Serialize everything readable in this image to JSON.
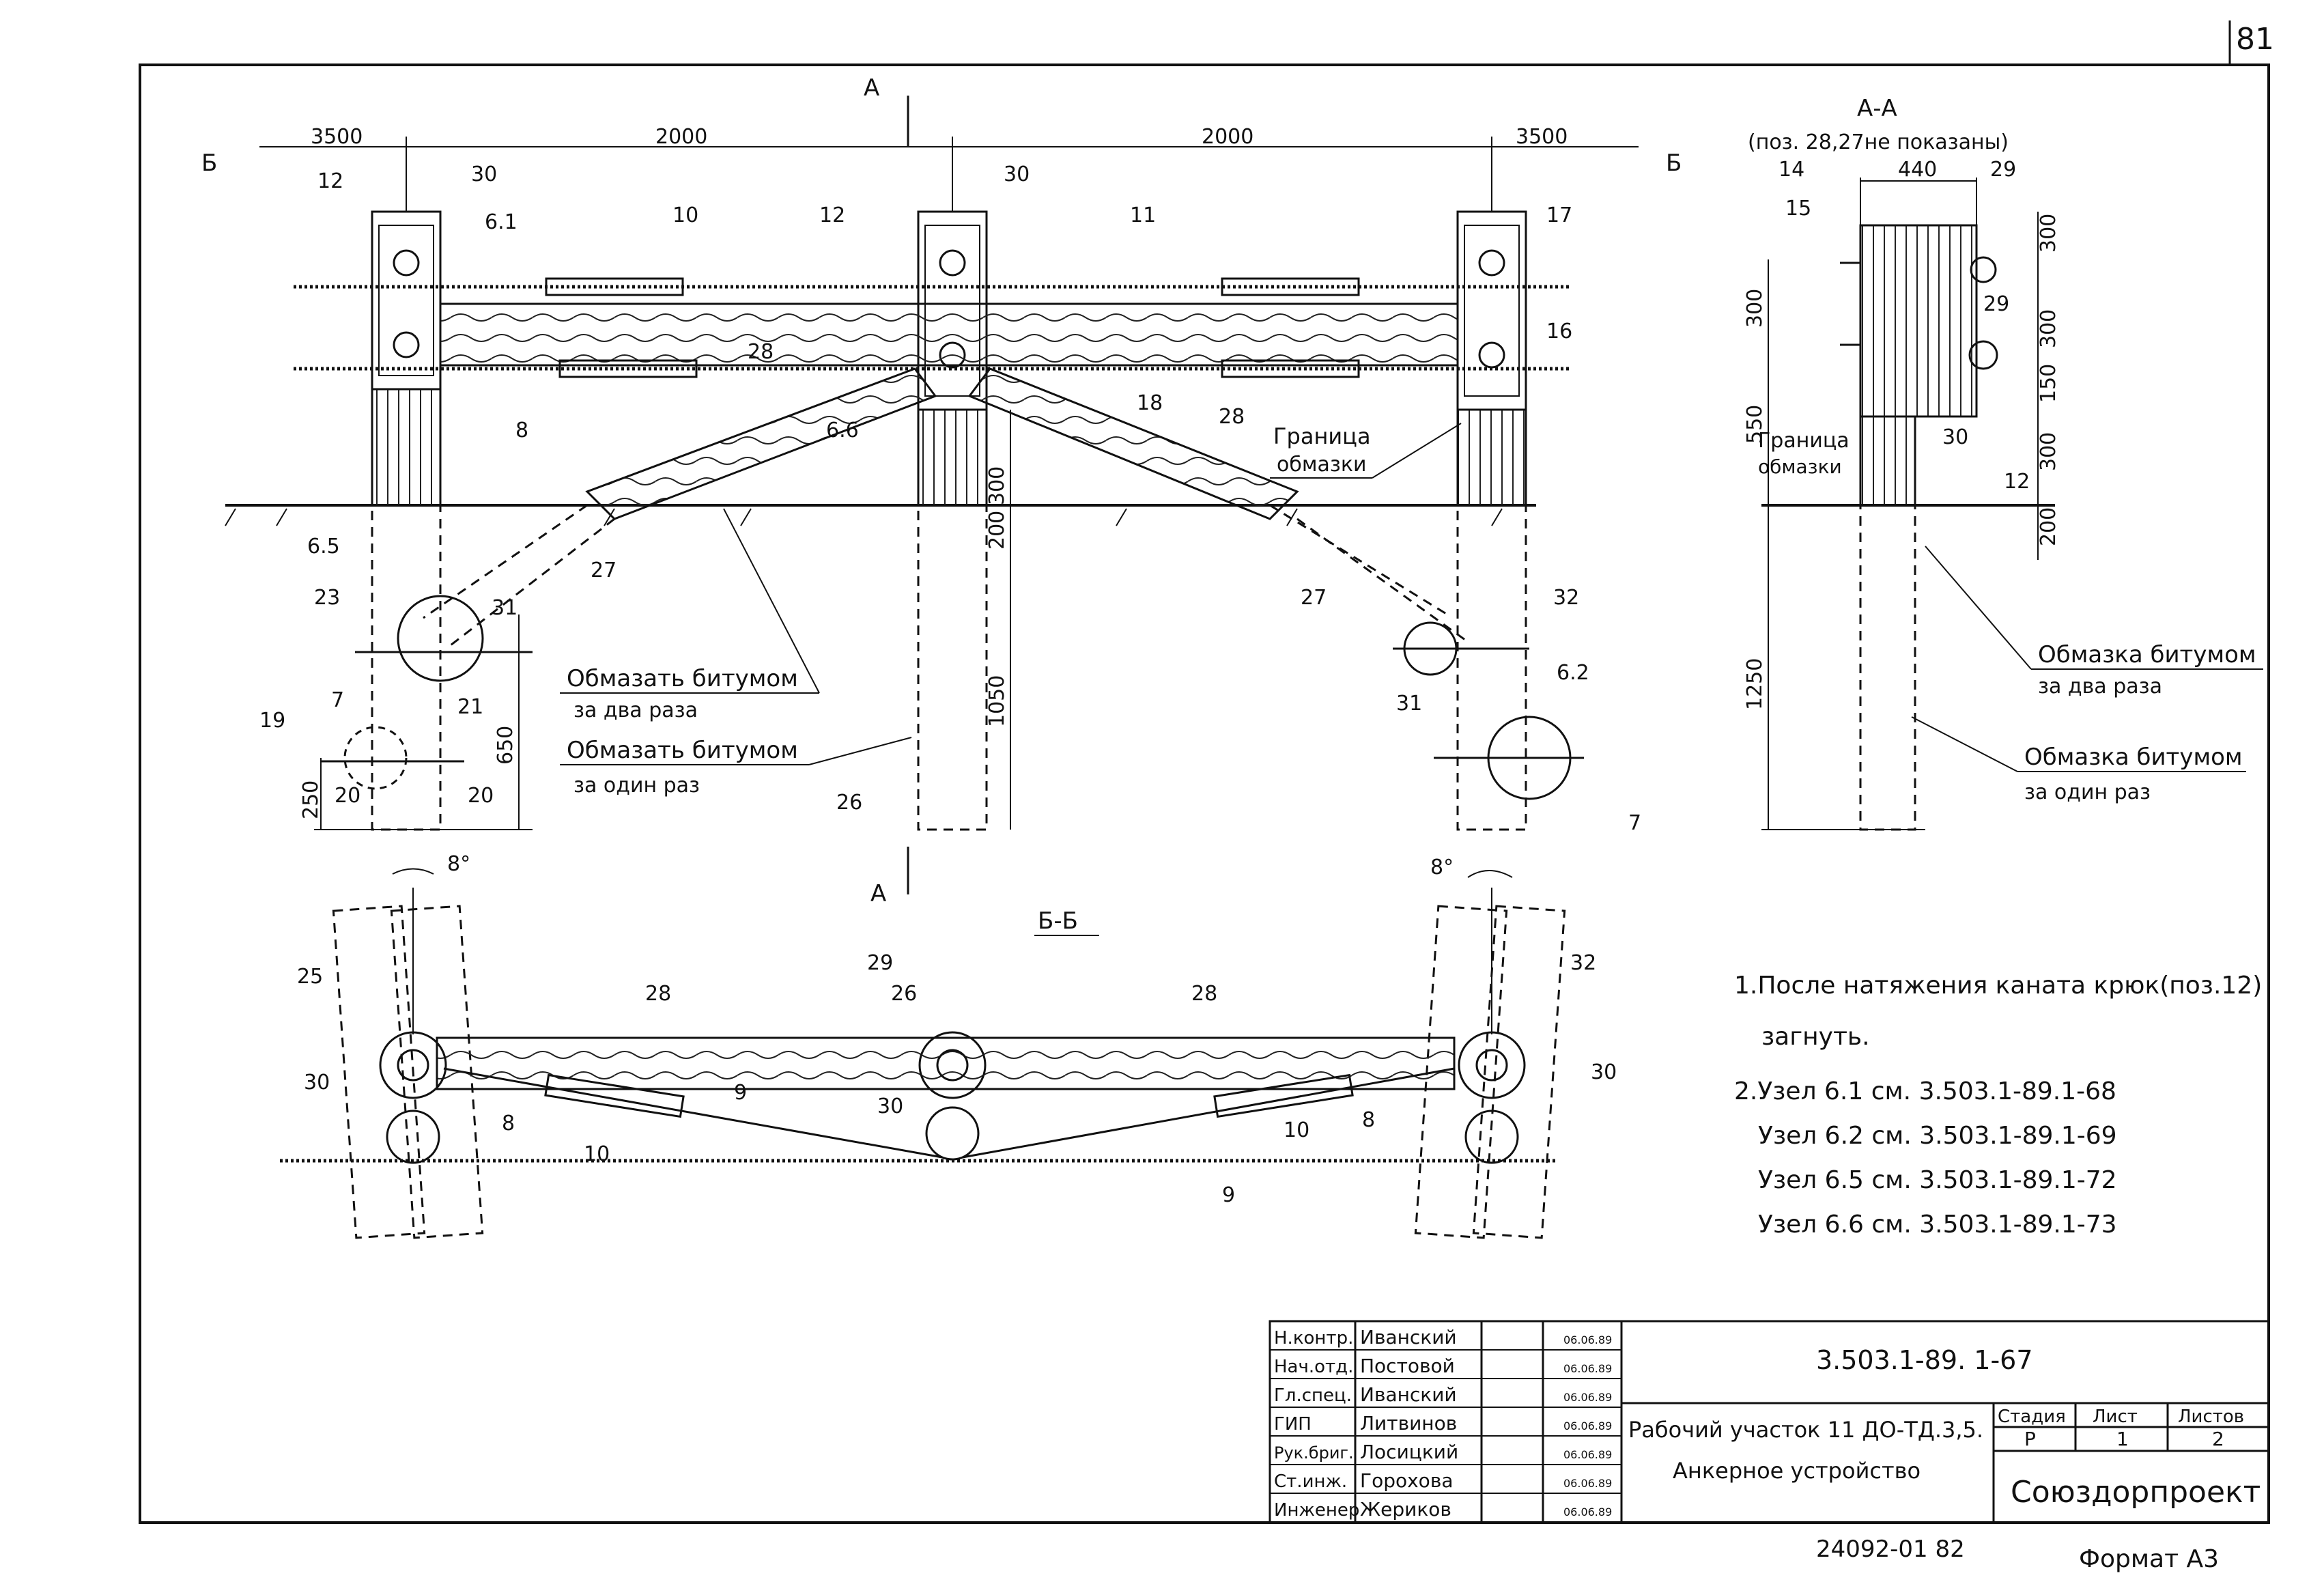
{
  "sheet_corner": "81",
  "views": {
    "section_mark_a_top": "А",
    "section_mark_a_bottom": "А",
    "section_mark_b_left": "Б",
    "section_mark_b_right": "Б",
    "aa_title": "А-А",
    "aa_subtitle": "(поз. 28,27не показаны)",
    "bb_title": "Б-Б"
  },
  "dimensions": {
    "top": [
      "3500",
      "2000",
      "2000",
      "3500"
    ],
    "center_vertical": [
      "300",
      "200",
      "1050"
    ],
    "left_vertical": [
      "650",
      "250"
    ],
    "left_small": [
      "20",
      "20"
    ],
    "angle_left": "8°",
    "angle_right": "8°",
    "aa_width": "440",
    "aa_right": [
      "300",
      "300",
      "150",
      "300",
      "200"
    ],
    "aa_left": [
      "300",
      "550",
      "1250"
    ]
  },
  "callouts": {
    "c12a": "12",
    "c30a": "30",
    "c61": "6.1",
    "c10a": "10",
    "c12b": "12",
    "c30b": "30",
    "c11": "11",
    "c17": "17",
    "c16": "16",
    "c28a": "28",
    "c28b": "28",
    "c18": "18",
    "c8a": "8",
    "c66": "6.6",
    "c65": "6.5",
    "c23": "23",
    "c31a": "31",
    "c27a": "27",
    "c27b": "27",
    "c32a": "32",
    "c31b": "31",
    "c62": "6.2",
    "c7a": "7",
    "c7b": "7",
    "c19": "19",
    "c21": "21",
    "c20a": "20",
    "c20b": "20",
    "c26a": "26",
    "c25": "25",
    "c30c": "30",
    "c28c": "28",
    "c29a": "29",
    "c26b": "26",
    "c28d": "28",
    "c32b": "32",
    "c30d": "30",
    "c30e": "30",
    "c8b": "8",
    "c10b": "10",
    "c9a": "9",
    "c9b": "9",
    "c10c": "10",
    "c8c": "8",
    "aa14": "14",
    "aa15": "15",
    "aa29a": "29",
    "aa29b": "29",
    "aa30": "30",
    "aa12": "12"
  },
  "annotations": {
    "granitsa_line1": "Граница",
    "granitsa_line2": "обмазки",
    "aa_granitsa_line1": "Граница",
    "aa_granitsa_line2": "обмазки",
    "bitum2_line1": "Обмазать битумом",
    "bitum2_line2": "за два раза",
    "bitum1_line1": "Обмазать битумом",
    "bitum1_line2": "за один раз",
    "aa_bitum2_line1": "Обмазка битумом",
    "aa_bitum2_line2": "за два раза",
    "aa_bitum1_line1": "Обмазка битумом",
    "aa_bitum1_line2": "за один раз"
  },
  "notes": [
    "1.После натяжения каната крюк(поз.12)",
    "загнуть.",
    "2.Узел 6.1 см. 3.503.1-89.1-68",
    "Узел 6.2 см. 3.503.1-89.1-69",
    "Узел 6.5 см. 3.503.1-89.1-72",
    "Узел 6.6 см. 3.503.1-89.1-73"
  ],
  "title_block": {
    "staff": [
      {
        "role": "Н.контр.",
        "name": "Иванский",
        "date": "06.06.89"
      },
      {
        "role": "Нач.отд.",
        "name": "Постовой",
        "date": "06.06.89"
      },
      {
        "role": "Гл.спец.",
        "name": "Иванский",
        "date": "06.06.89"
      },
      {
        "role": "ГИП",
        "name": "Литвинов",
        "date": "06.06.89"
      },
      {
        "role": "Рук.бриг.",
        "name": "Лосицкий",
        "date": "06.06.89"
      },
      {
        "role": "Ст.инж.",
        "name": "Горохова",
        "date": "06.06.89"
      },
      {
        "role": "Инженер",
        "name": "Жериков",
        "date": "06.06.89"
      }
    ],
    "doc_code": "3.503.1-89. 1-67",
    "title_line1": "Рабочий участок 11 ДО-ТД.3,5.",
    "title_line2": "Анкерное устройство",
    "stage_label": "Стадия",
    "sheet_label": "Лист",
    "sheets_label": "Листов",
    "stage": "Р",
    "sheet": "1",
    "sheets": "2",
    "org": "Союздорпроект"
  },
  "footer": {
    "inventory": "24092-01 82",
    "format": "Формат А3"
  }
}
